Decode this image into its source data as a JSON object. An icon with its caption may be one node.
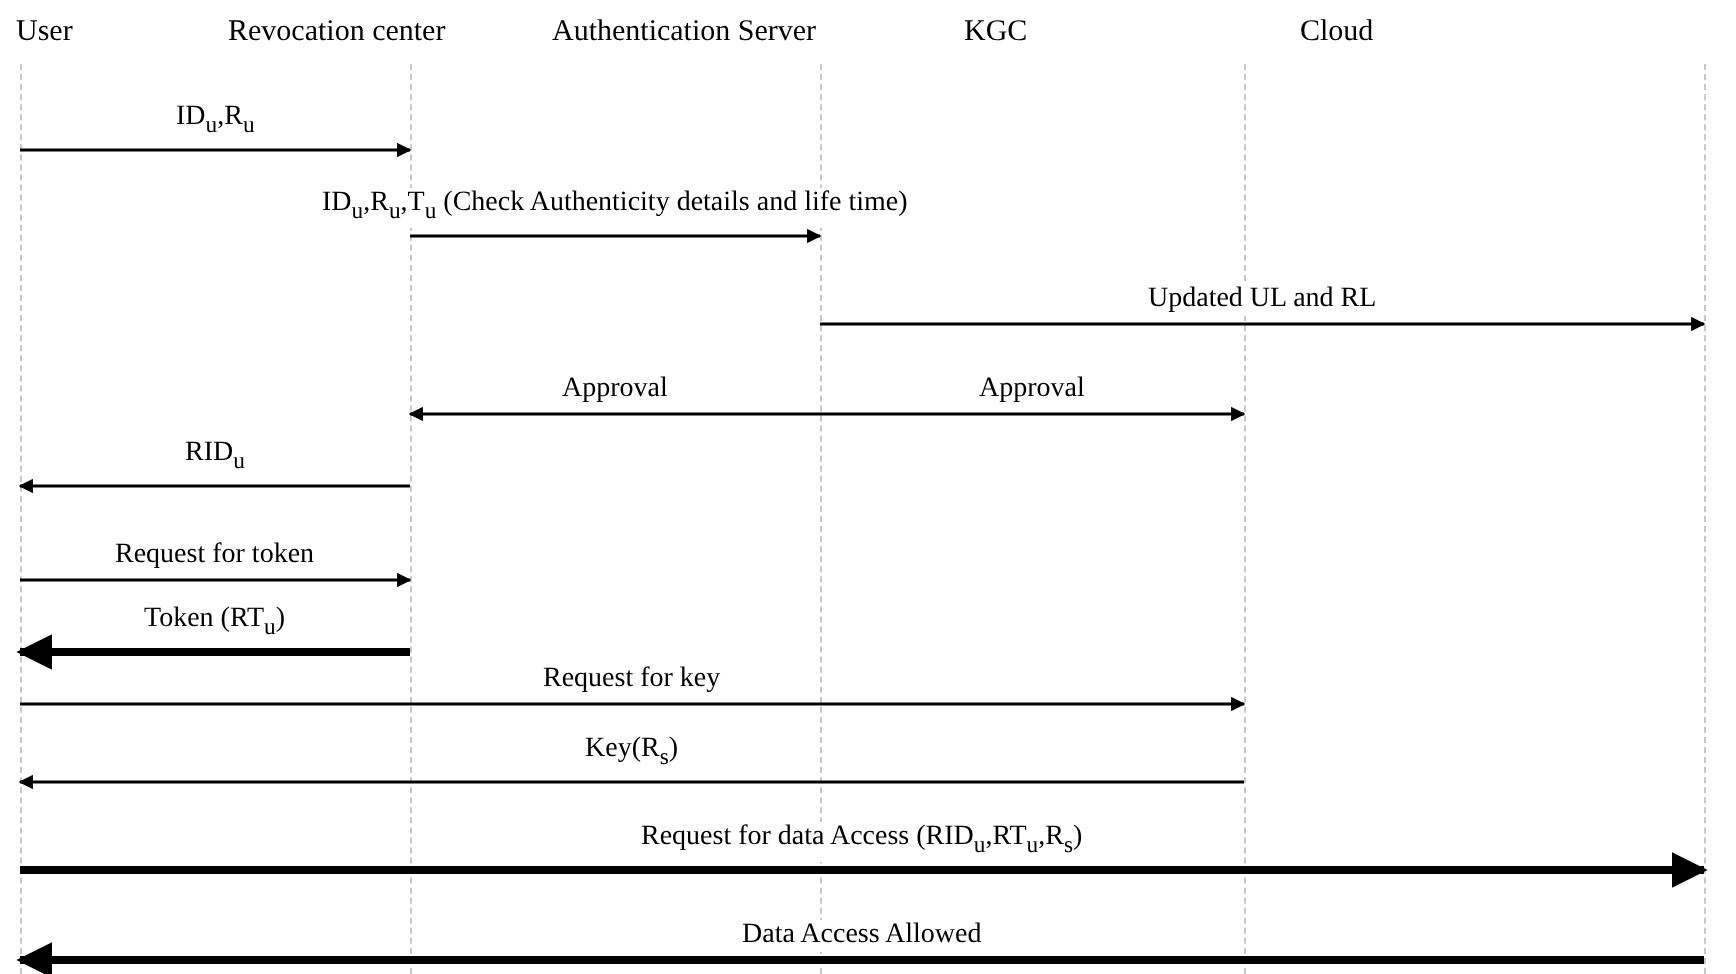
{
  "diagram": {
    "nodes": [
      {
        "text": [
          "User"
        ]
      },
      {
        "text": [
          "Revocation center"
        ]
      },
      {
        "text": [
          "Authentication Server"
        ]
      },
      {
        "text": [
          "KGC"
        ]
      },
      {
        "text": [
          "Cloud"
        ]
      }
    ],
    "edges": [
      {
        "from": 0,
        "to": 1,
        "arrow": "to",
        "label": "ID$_{u}$,R$_{u}$"
      },
      {
        "from": 1,
        "to": 2,
        "arrow": "to",
        "label": "ID$_{u}$,R$_{u}$,T$_{u}$ (Check Authenticity details and life time)"
      },
      {
        "from": 2,
        "to": 4,
        "arrow": "to",
        "label": "Updated UL and RL"
      },
      {
        "from": 2,
        "to": 1,
        "arrow": "to",
        "label": "Approval"
      },
      {
        "from": 2,
        "to": 3,
        "arrow": "to",
        "label": "Approval"
      },
      {
        "from": 1,
        "to": 0,
        "arrow": "to",
        "label": "RID$_{u}$"
      },
      {
        "from": 0,
        "to": 1,
        "arrow": "to",
        "label": "Request for token"
      },
      {
        "from": 1,
        "to": 0,
        "arrow": "to",
        "label": "Token (RT$_{u}$)",
        "style": "thick"
      },
      {
        "from": 0,
        "to": 3,
        "arrow": "to",
        "label": "Request for key"
      },
      {
        "from": 3,
        "to": 0,
        "arrow": "to",
        "label": "Key(R$_{s}$)"
      },
      {
        "from": 0,
        "to": 4,
        "arrow": "to",
        "label": "Request for data Access (RID$_{u}$,RT$_{u}$,R$_{s}$)",
        "style": "thick"
      },
      {
        "from": 4,
        "to": 0,
        "arrow": "to",
        "label": "Data Access Allowed",
        "style": "thick"
      }
    ]
  }
}
